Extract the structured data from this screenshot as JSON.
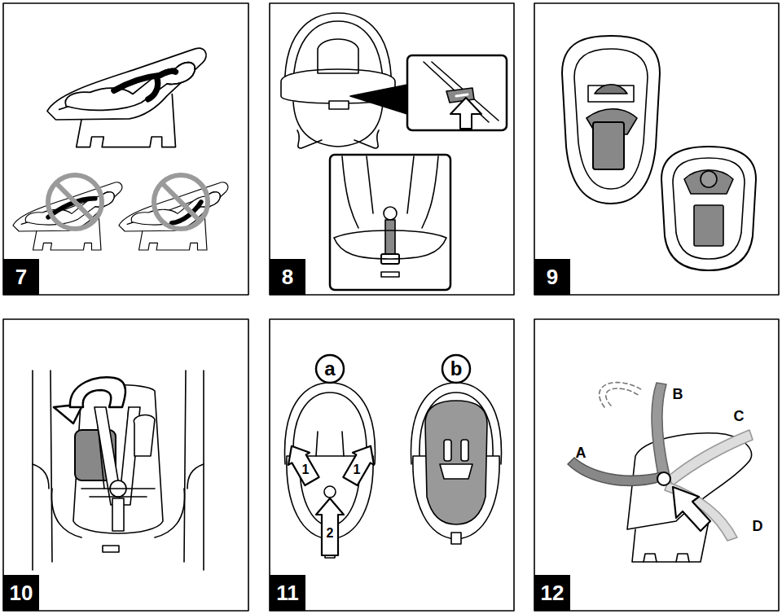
{
  "diagram": {
    "nodes": [
      {
        "text": [
          "7"
        ]
      },
      {
        "text": [
          "8"
        ]
      },
      {
        "text": [
          "9"
        ]
      },
      {
        "text": [
          "10"
        ]
      },
      {
        "text": [
          "11"
        ]
      },
      {
        "text": [
          "12"
        ]
      },
      {
        "text": [
          "a"
        ]
      },
      {
        "text": [
          "b"
        ]
      }
    ],
    "labels": [
      "1",
      "1",
      "2",
      "A",
      "B",
      "C",
      "D"
    ]
  }
}
